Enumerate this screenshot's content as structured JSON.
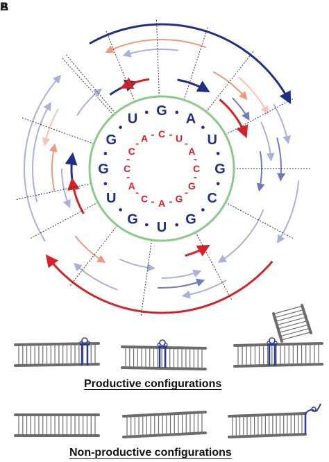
{
  "panels": {
    "a": "A",
    "b": "B"
  },
  "outer_ring": [
    "G",
    "A",
    "U",
    "G",
    "C",
    "G",
    "U",
    "G",
    "U",
    "G",
    "G",
    "U"
  ],
  "inner_ring": [
    "C",
    "U",
    "A",
    "C",
    "G",
    "G",
    "A",
    "C",
    "A",
    "C",
    "C",
    "A"
  ],
  "captions": {
    "productive": "Productive configurations",
    "nonproductive": "Non-productive configurations"
  },
  "colors": {
    "blue": "#1f2f86",
    "red": "#d62128",
    "green": "#8cc88c",
    "duplex": "#6b6b6b",
    "adapter_blue": "#2a3b8f"
  }
}
